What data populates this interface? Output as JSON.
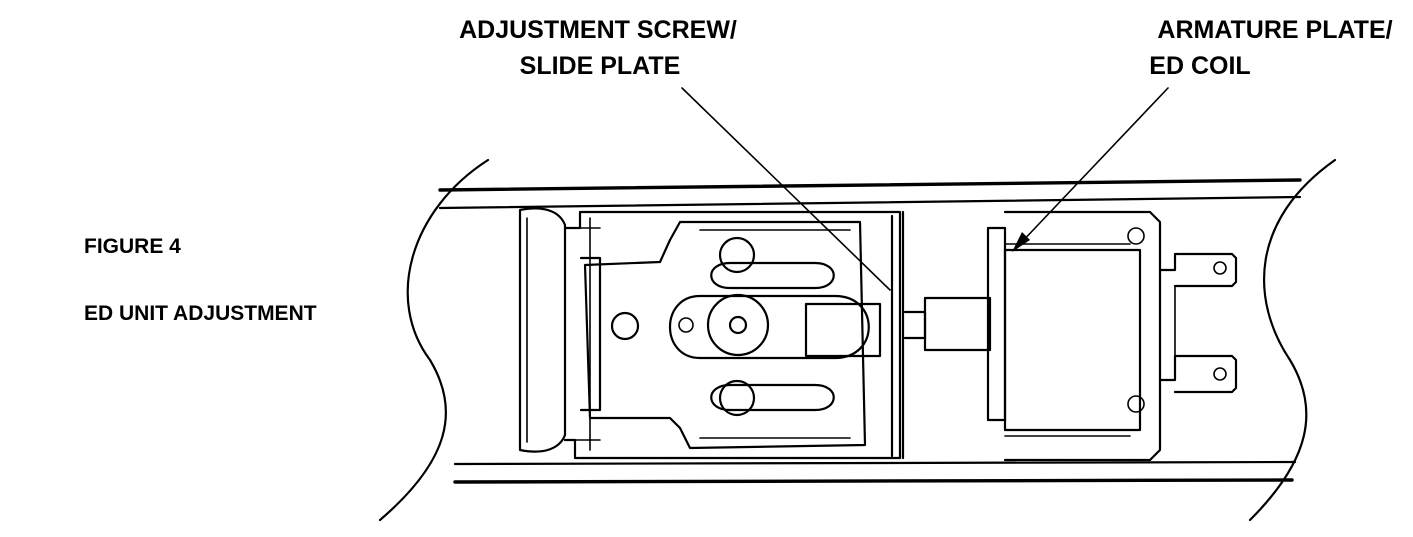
{
  "labels": {
    "adjustment_line1": "ADJUSTMENT SCREW/",
    "adjustment_line2": "SLIDE PLATE",
    "armature_line1": "ARMATURE PLATE/",
    "armature_line2": "ED COIL"
  },
  "caption": {
    "figure": "FIGURE 4",
    "title": "ED UNIT ADJUSTMENT"
  }
}
